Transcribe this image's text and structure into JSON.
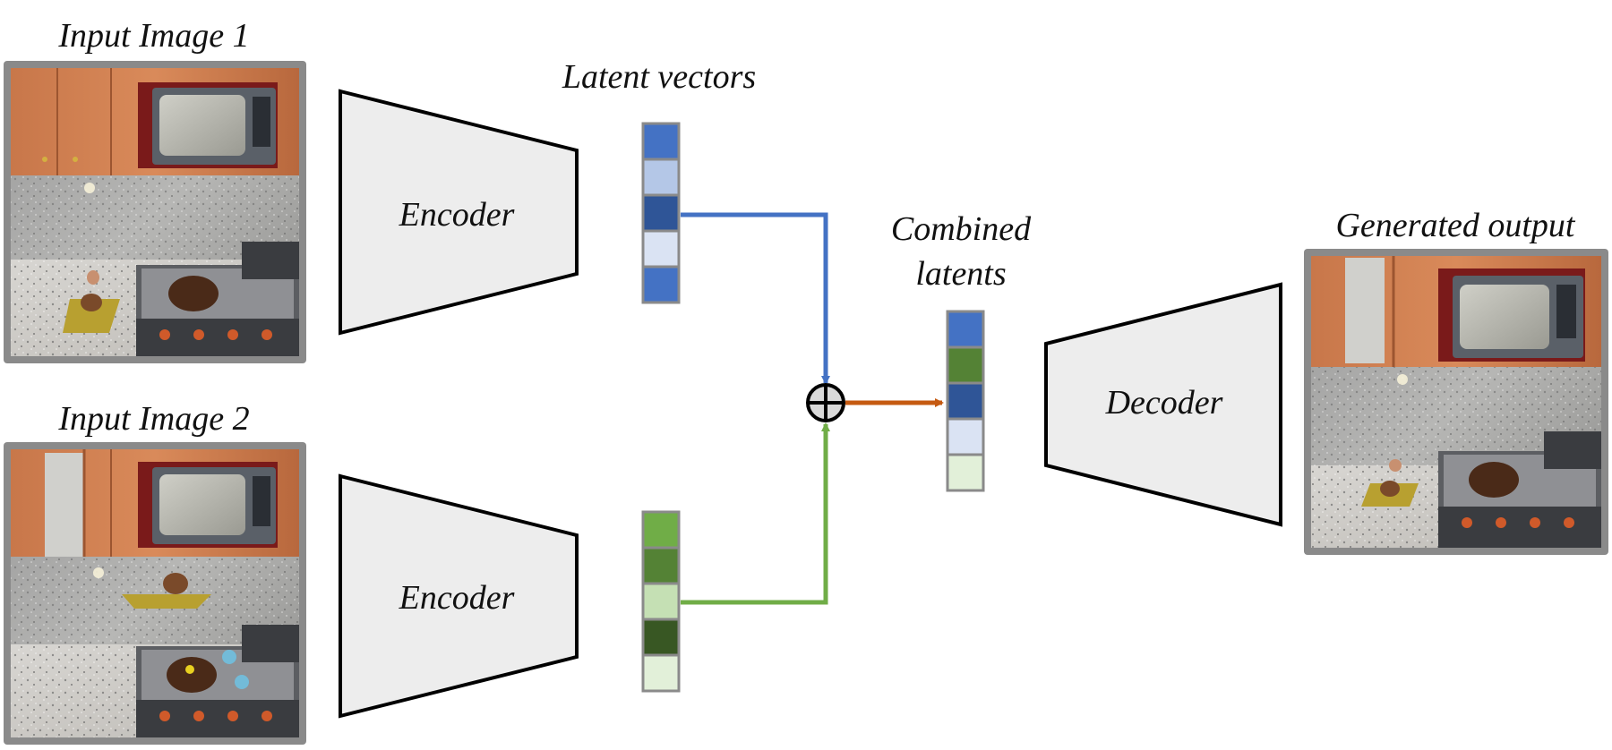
{
  "labels": {
    "input1": "Input Image 1",
    "input2": "Input Image 2",
    "latent_vectors": "Latent vectors",
    "combined_line1": "Combined",
    "combined_line2": "latents",
    "generated_output": "Generated output",
    "encoder1": "Encoder",
    "encoder2": "Encoder",
    "decoder": "Decoder"
  },
  "colors": {
    "frame": "#8a8a8a",
    "block_fill": "#ededed",
    "blue_arrow": "#4472c4",
    "green_arrow": "#70ad47",
    "orange_arrow": "#c55a11",
    "sum_fill": "#d9d9d9"
  },
  "latents": {
    "blue": [
      "#4472c4",
      "#b4c7e7",
      "#2f5597",
      "#dae3f3",
      "#4472c4"
    ],
    "green": [
      "#70ad47",
      "#548235",
      "#c5e0b4",
      "#385723",
      "#e2f0d9"
    ],
    "combined": [
      "#4472c4",
      "#548235",
      "#2f5597",
      "#dae3f3",
      "#e2f0d9"
    ]
  },
  "icons": {
    "sum": "circled-plus-icon"
  }
}
